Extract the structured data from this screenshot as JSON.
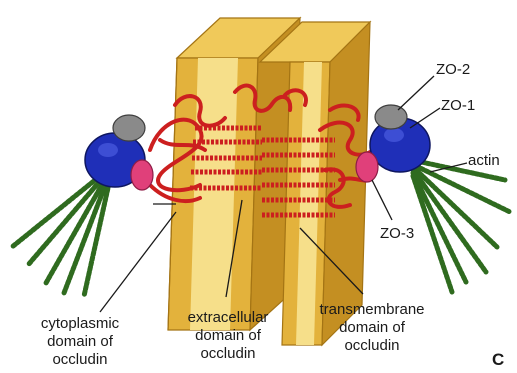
{
  "labels": {
    "zo2": "ZO-2",
    "zo1": "ZO-1",
    "actin": "actin",
    "zo3": "ZO-3",
    "cytoplasmic": [
      "cytoplasmic",
      "domain of",
      "occludin"
    ],
    "extracellular": [
      "extracellular",
      "domain of",
      "occludin"
    ],
    "transmembrane": [
      "transmembrane",
      "domain of",
      "occludin"
    ],
    "panel": "C"
  },
  "colors": {
    "membrane_outer": "#e3b23c",
    "membrane_inner": "#f6df8a",
    "membrane_edge": "#a47414",
    "occludin": "#cc1f1f",
    "zo1": "#1f2fb8",
    "zo2": "#8a8a8a",
    "zo3": "#e0407a",
    "actin": "#2f6b1f"
  }
}
